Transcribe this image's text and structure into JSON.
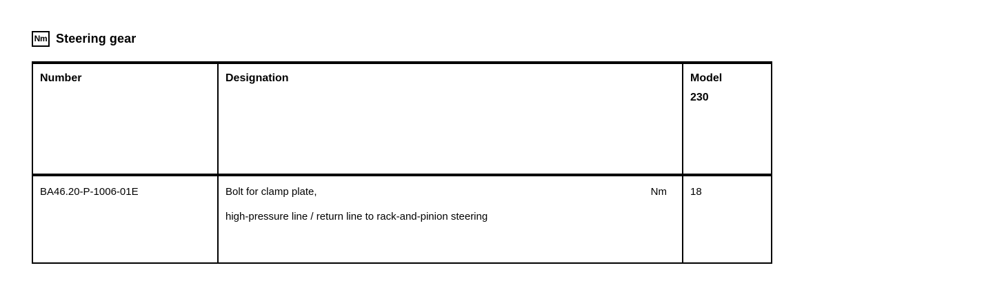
{
  "heading": {
    "icon_label": "Nm",
    "icon_name": "torque-unit-icon",
    "title": "Steering gear"
  },
  "table": {
    "columns": [
      {
        "key": "number",
        "label": "Number"
      },
      {
        "key": "designation",
        "label": "Designation"
      },
      {
        "key": "model",
        "label_line1": "Model",
        "label_line2": "230"
      }
    ],
    "rows": [
      {
        "number": "BA46.20-P-1006-01E",
        "designation_primary": "Bolt for clamp plate,",
        "designation_secondary": "high-pressure line / return line to rack-and-pinion steering",
        "unit": "Nm",
        "model": "18"
      }
    ]
  },
  "colors": {
    "background": "#ffffff",
    "text": "#000000",
    "rule": "#000000"
  }
}
